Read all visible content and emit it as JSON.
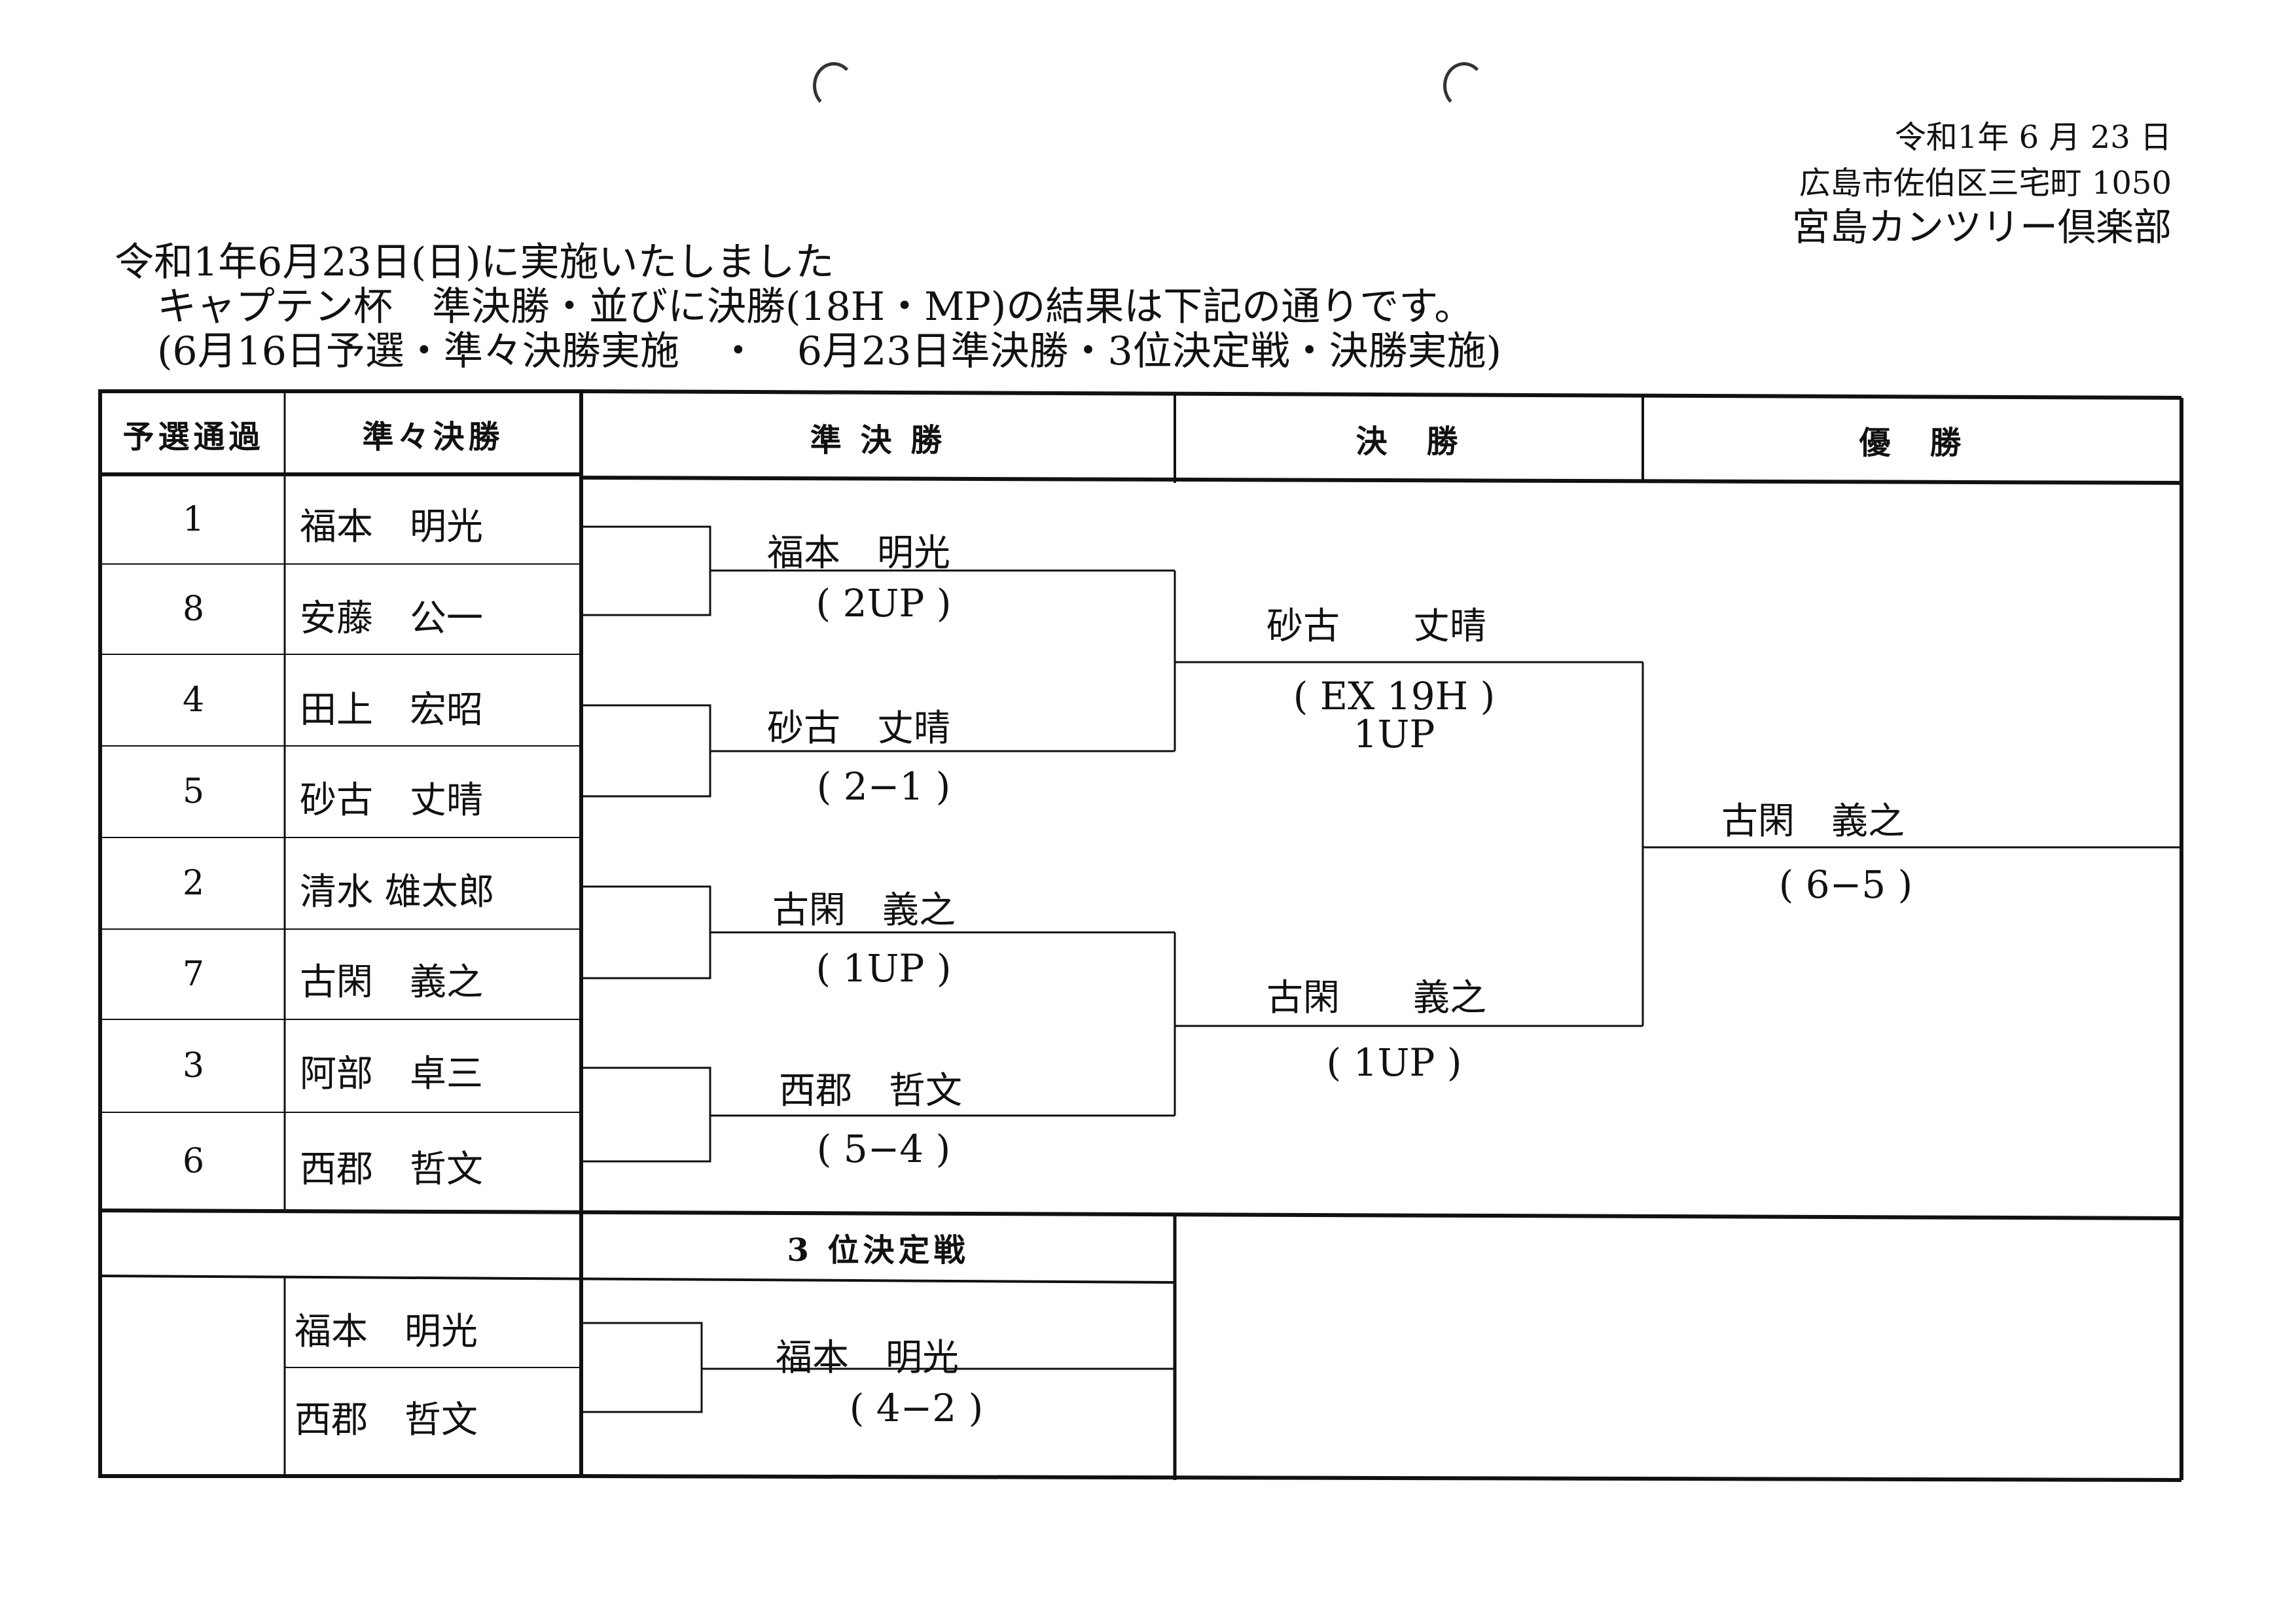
{
  "header": {
    "date": "令和1年 6 月 23 日",
    "address": "広島市佐伯区三宅町 1050",
    "club": "宮島カンツリー倶楽部"
  },
  "intro": {
    "line1": "令和1年6月23日(日)に実施いたしました",
    "line2": "キャプテン杯　準決勝・並びに決勝(18H・MP)の結果は下記の通りです。",
    "line3": "(6月16日予選・準々決勝実施　・　6月23日準決勝・3位決定戦・決勝実施)"
  },
  "table_headers": {
    "seed": "予選通過",
    "quarterfinal": "準々決勝",
    "semifinal": "準 決 勝",
    "final": "決　勝",
    "champion": "優　勝",
    "third_place": "3 位決定戦"
  },
  "quarterfinal_rows": [
    {
      "seed": "1",
      "name": "福本　明光"
    },
    {
      "seed": "8",
      "name": "安藤　公一"
    },
    {
      "seed": "4",
      "name": "田上　宏昭"
    },
    {
      "seed": "5",
      "name": "砂古　丈晴"
    },
    {
      "seed": "2",
      "name": "清水 雄太郎"
    },
    {
      "seed": "7",
      "name": "古閑　義之"
    },
    {
      "seed": "3",
      "name": "阿部　卓三"
    },
    {
      "seed": "6",
      "name": "西郡　哲文"
    }
  ],
  "semifinal_results": [
    {
      "winner": "福本　明光",
      "score": "( 2UP )"
    },
    {
      "winner": "砂古　丈晴",
      "score": "( 2−1 )"
    },
    {
      "winner": "古閑　義之",
      "score": "( 1UP )"
    },
    {
      "winner": "西郡　哲文",
      "score": "( 5−4 )"
    }
  ],
  "final_results": [
    {
      "winner": "砂古　　丈晴",
      "score_line1": "( EX 19H )",
      "score_line2": "1UP"
    },
    {
      "winner": "古閑　　義之",
      "score_line1": "( 1UP )"
    }
  ],
  "champion": {
    "winner": "古閑　義之",
    "score": "( 6−5 )"
  },
  "third_place": {
    "players": [
      "福本　明光",
      "西郡　哲文"
    ],
    "winner": "福本　明光",
    "score": "( 4−2 )"
  }
}
